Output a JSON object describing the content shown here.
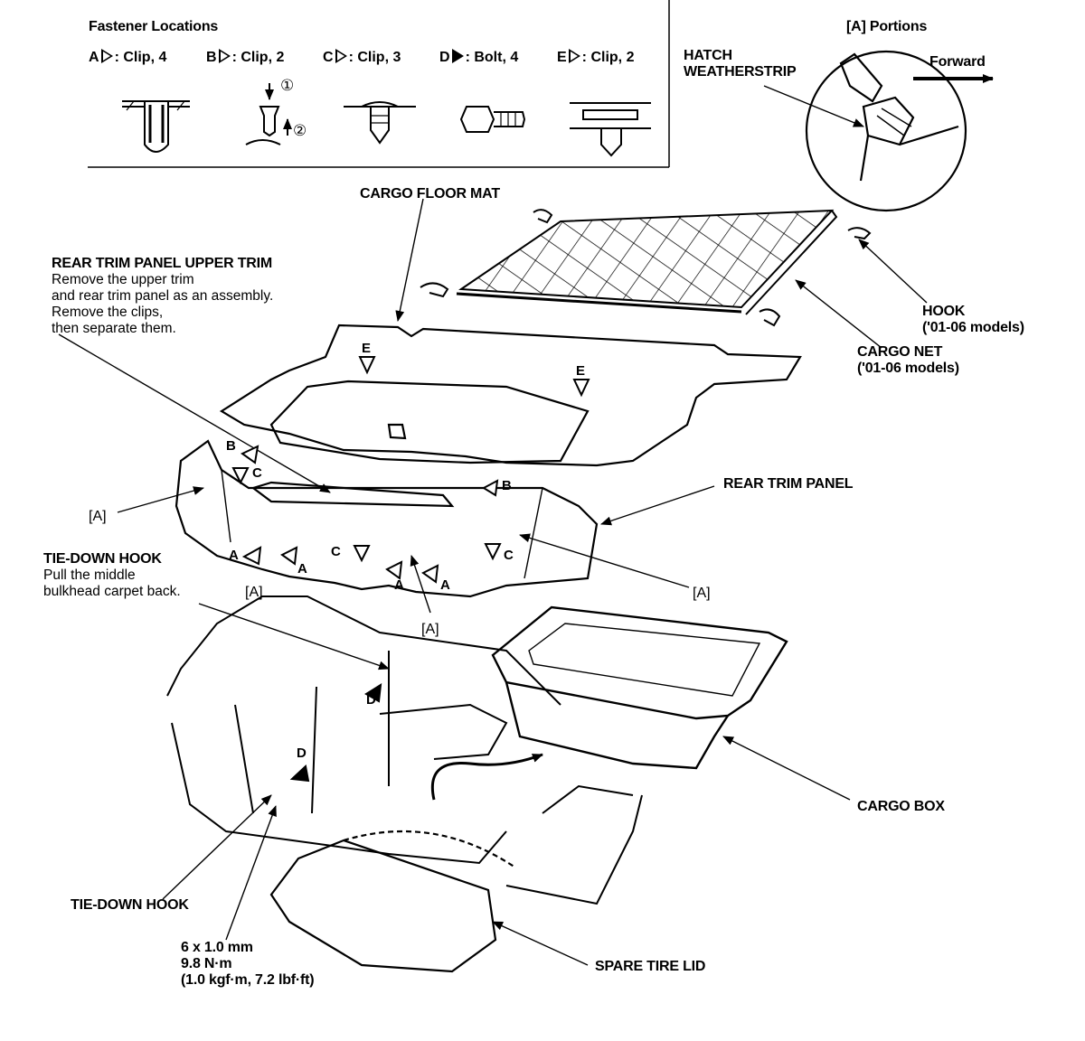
{
  "header": {
    "title": "Fastener Locations",
    "portions_label": "[A]  Portions"
  },
  "fasteners": [
    {
      "letter": "A",
      "kind": "Clip, 4",
      "filled": false
    },
    {
      "letter": "B",
      "kind": "Clip, 2",
      "filled": false
    },
    {
      "letter": "C",
      "kind": "Clip, 3",
      "filled": false
    },
    {
      "letter": "D",
      "kind": "Bolt, 4",
      "filled": true
    },
    {
      "letter": "E",
      "kind": "Clip, 2",
      "filled": false
    }
  ],
  "install_steps": [
    "①",
    "②"
  ],
  "labels": {
    "hatch_weatherstrip": [
      "HATCH",
      "WEATHERSTRIP"
    ],
    "forward": "Forward",
    "cargo_floor_mat": "CARGO FLOOR MAT",
    "rear_trim_upper": {
      "title": "REAR TRIM PANEL UPPER TRIM",
      "lines": [
        "Remove the upper trim",
        "and rear trim panel as an assembly.",
        "Remove the clips,",
        "then separate them."
      ]
    },
    "hook": [
      "HOOK",
      "('01-06 models)"
    ],
    "cargo_net": [
      "CARGO NET",
      "('01-06 models)"
    ],
    "rear_trim_panel": "REAR TRIM PANEL",
    "tie_down_hook_top": {
      "title": "TIE-DOWN HOOK",
      "lines": [
        "Pull the middle",
        "bulkhead carpet back."
      ]
    },
    "cargo_box": "CARGO BOX",
    "tie_down_hook_bottom": "TIE-DOWN HOOK",
    "torque": [
      "6 x 1.0 mm",
      "9.8 N·m",
      "(1.0 kgf·m, 7.2 lbf·ft)"
    ],
    "spare_tire_lid": "SPARE TIRE LID"
  },
  "markers": {
    "a": "A",
    "b": "B",
    "c": "C",
    "d": "D",
    "e": "E",
    "bracket_a": "[A]"
  }
}
